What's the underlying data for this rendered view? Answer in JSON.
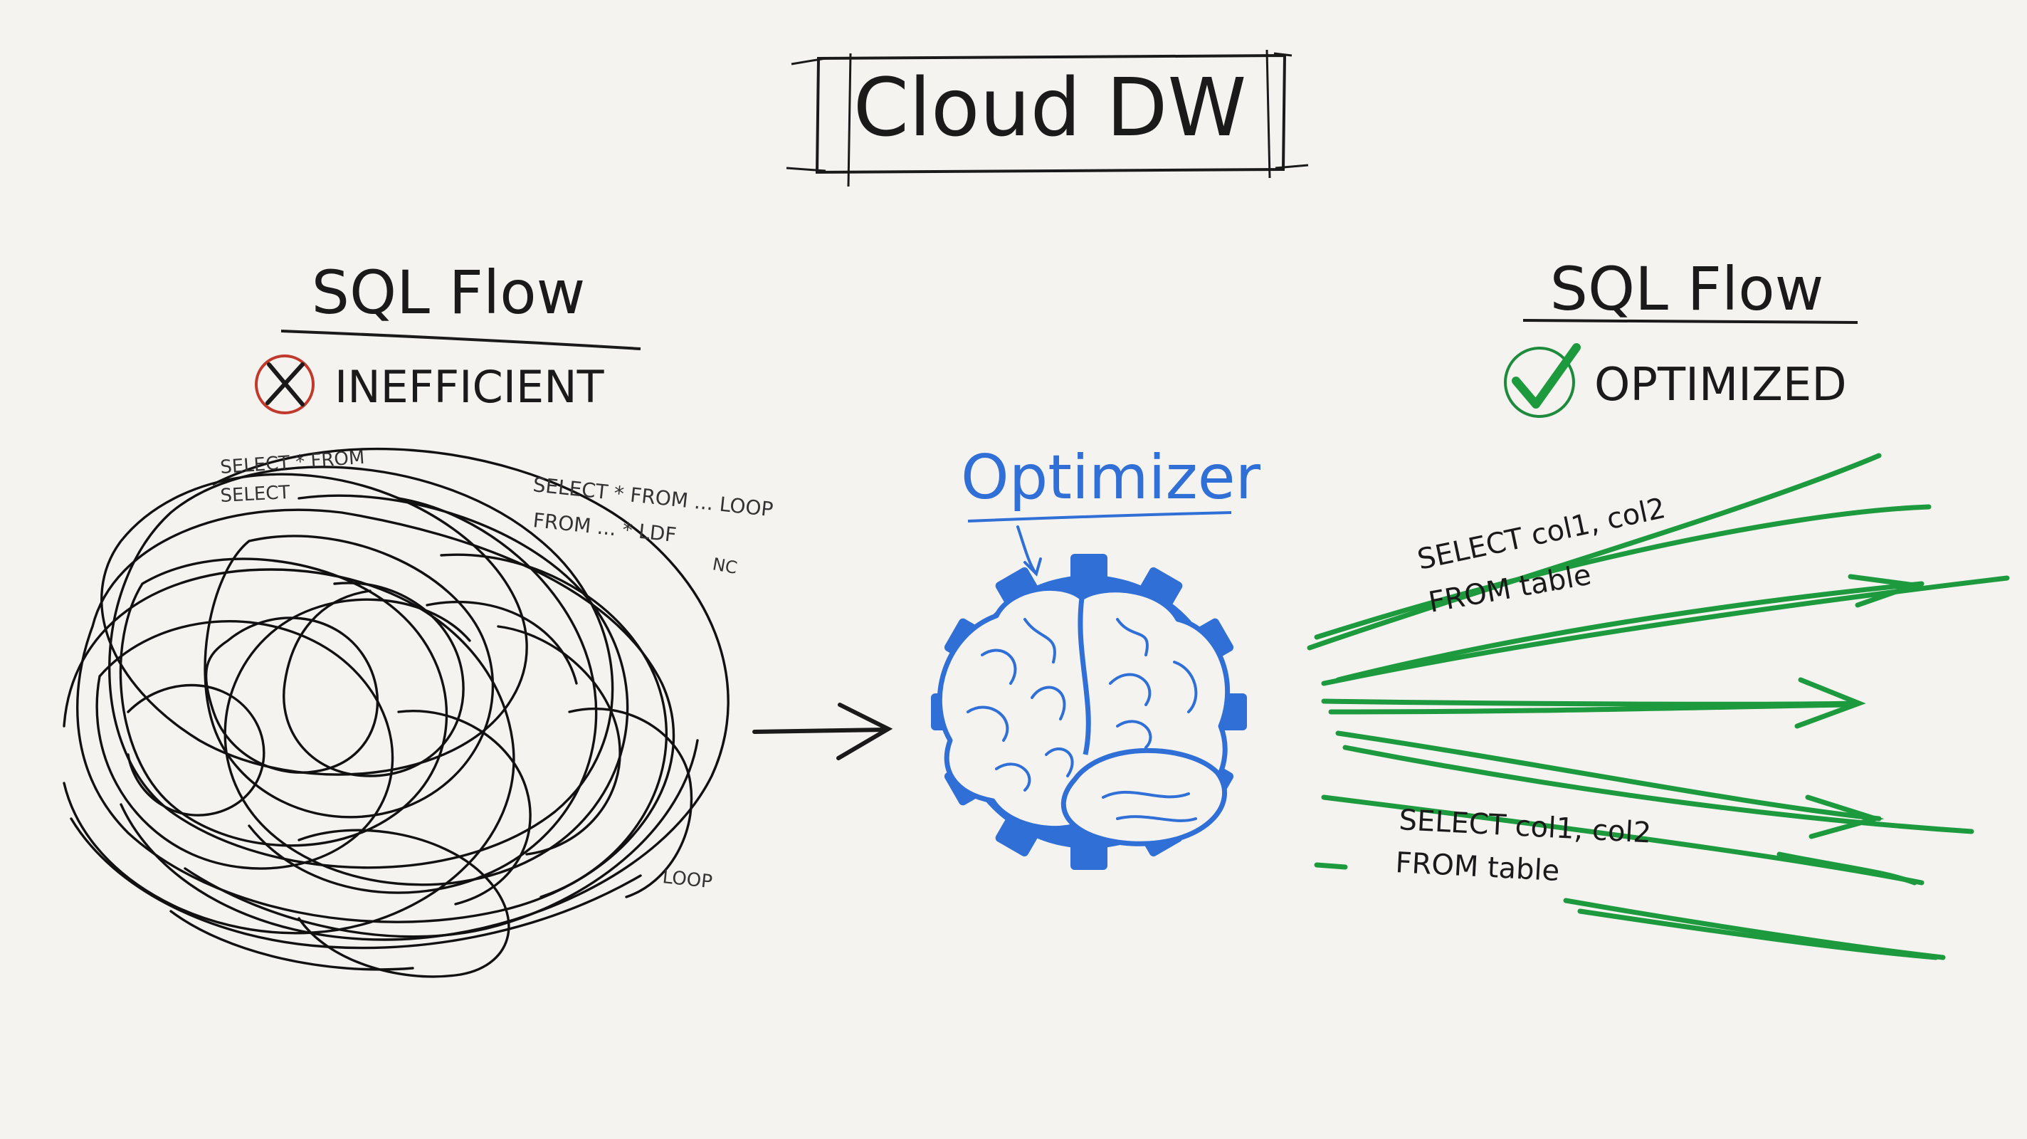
{
  "title": "Cloud DW",
  "left": {
    "heading": "SQL Flow",
    "status_label": "INEFFICIENT",
    "status_icon": "x-circle-icon",
    "status_color": "#c0392b",
    "snippets": [
      "SELECT * FROM",
      "SELECT",
      "SELECT * FROM ... LOOP",
      "FROM ... * LDF",
      "LOOP",
      "NC"
    ]
  },
  "center": {
    "label": "Optimizer",
    "icon": "brain-gear-icon",
    "color": "#2f6fd6"
  },
  "right": {
    "heading": "SQL Flow",
    "status_label": "OPTIMIZED",
    "status_icon": "check-circle-icon",
    "status_color": "#1e8a3c",
    "query_top_line1": "SELECT col1, col2",
    "query_top_line2": "FROM table",
    "query_bottom_line1": "SELECT col1, col2",
    "query_bottom_line2": "FROM table"
  },
  "colors": {
    "ink": "#1a1a1a",
    "blue": "#2f6fd6",
    "green": "#1e9a3e",
    "red": "#c0392b",
    "paper": "#f4f3f0"
  }
}
